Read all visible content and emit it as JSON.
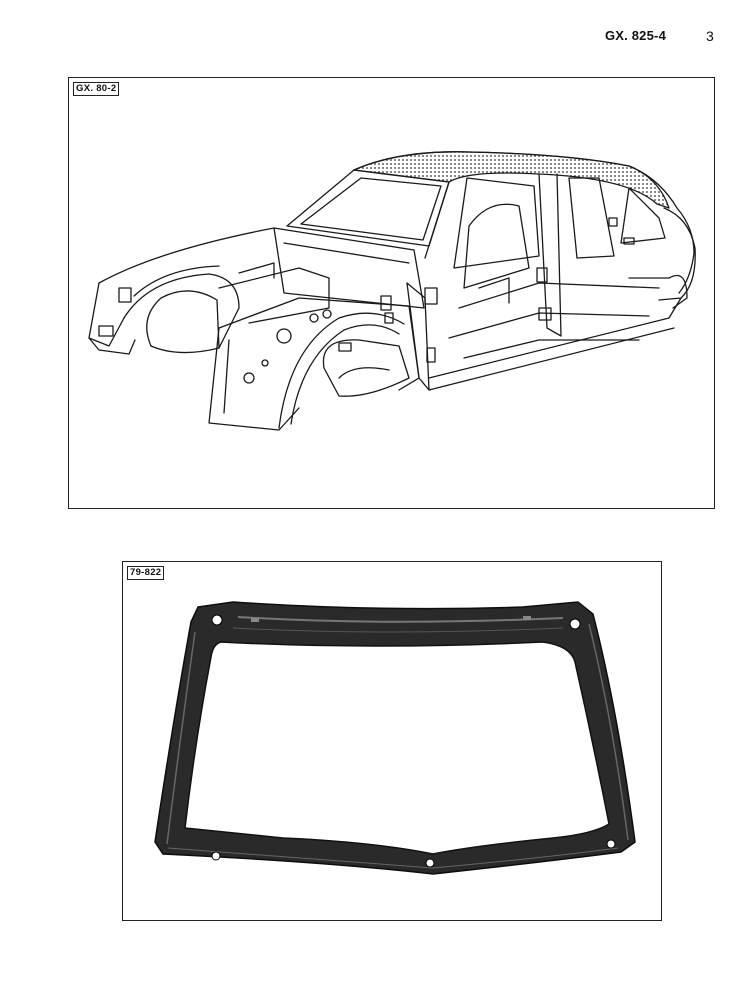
{
  "header": {
    "reference": "GX. 825-4",
    "page_number": "3"
  },
  "figures": [
    {
      "label": "GX. 80-2",
      "icon": "car-body-shell-illustration"
    },
    {
      "label": "79-822",
      "icon": "windscreen-frame-photo"
    }
  ]
}
